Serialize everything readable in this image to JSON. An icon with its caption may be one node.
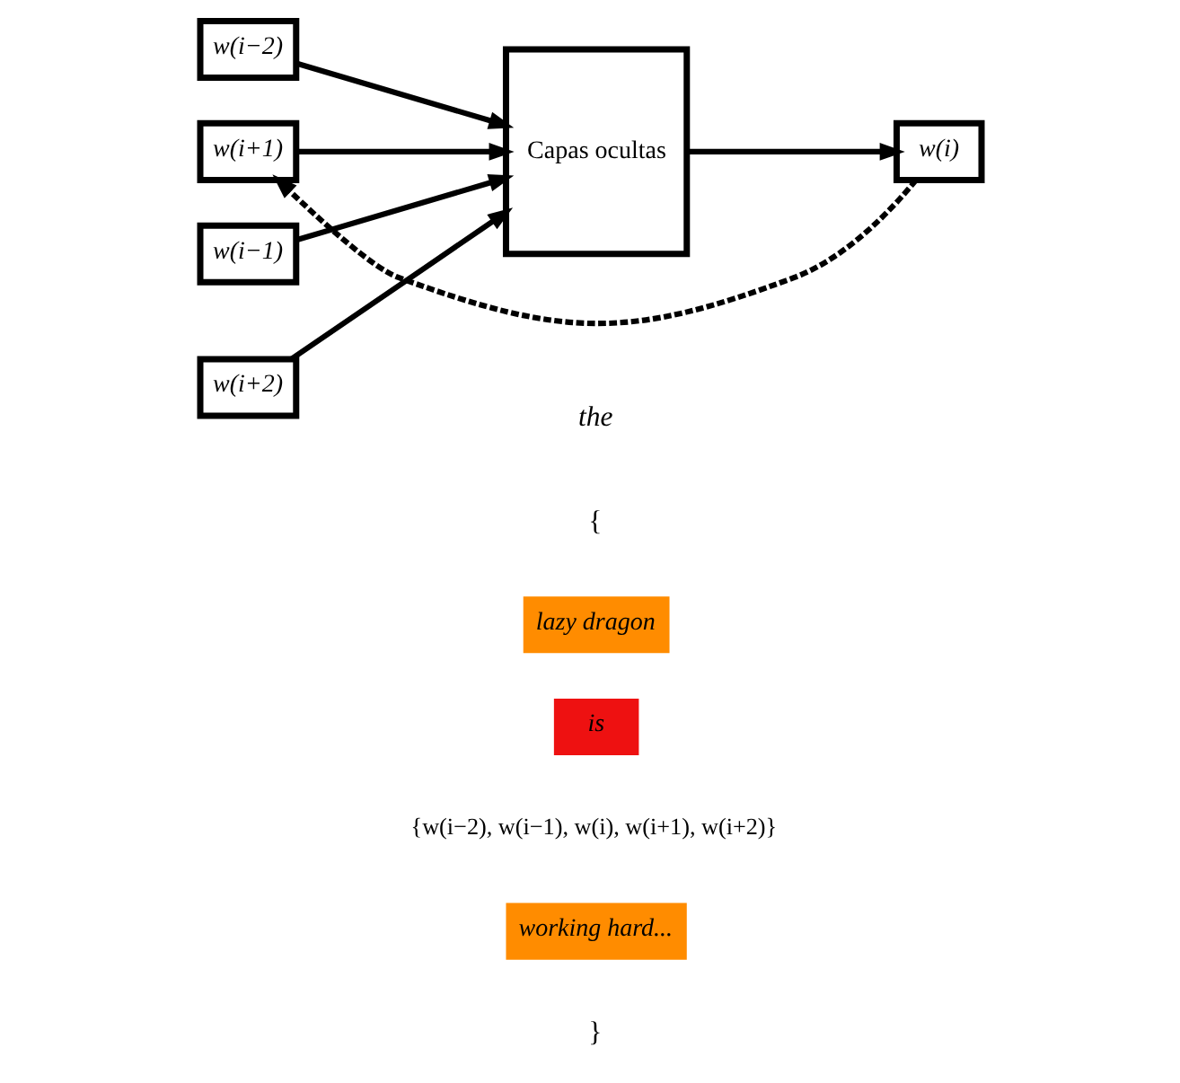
{
  "diagram": {
    "nodes": [
      {
        "text": [
          "w(i−2)"
        ]
      },
      {
        "text": [
          "w(i−1)"
        ]
      },
      {
        "text": [
          "w(i+1)"
        ]
      },
      {
        "text": [
          "w(i+2)"
        ]
      },
      {
        "text": [
          "Capas ocultas"
        ]
      },
      {
        "text": [
          "w(i)"
        ]
      },
      {
        "text": [
          "lazy dragon"
        ]
      },
      {
        "text": [
          "is"
        ]
      },
      {
        "text": [
          "working hard..."
        ]
      }
    ],
    "edges": [
      {
        "from": 0,
        "to": 4,
        "arrow": "to"
      },
      {
        "from": 1,
        "to": 4,
        "arrow": "to"
      },
      {
        "from": 2,
        "to": 4,
        "arrow": "to"
      },
      {
        "from": 3,
        "to": 4,
        "arrow": "to"
      },
      {
        "from": 4,
        "to": 5,
        "arrow": "to"
      },
      {
        "from": 5,
        "to": 2,
        "arrow": "to",
        "style": "dashed"
      }
    ],
    "labels": [
      "the",
      "{",
      "}",
      "{w(i−2), w(i−1), w(i), w(i+1), w(i+2)}"
    ]
  }
}
